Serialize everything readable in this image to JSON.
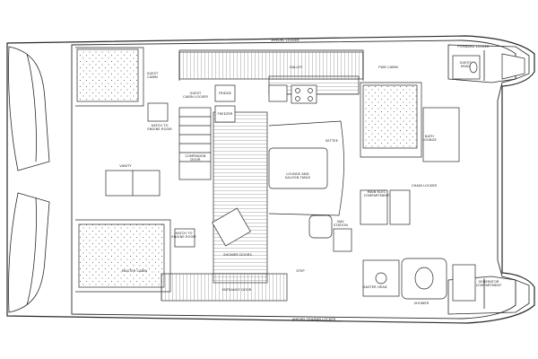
{
  "labels": {
    "aheru_locker": "AHEURL LOCKER",
    "galley": "GALLEY",
    "fwd_cabin": "FWD CABIN",
    "head_top": "GUEST\nHEAD",
    "guest_cabin_top": "GUEST\nCABIN",
    "guest_cabin_locker": "GUEST\nCABIN LOCKER",
    "hatch_top": "HATCH TO\nENGINE ROOM",
    "fridge": "FRIDGE",
    "freezer": "FREEZER",
    "companion_door": "COMPANION\nDOOR",
    "vanity": "VANITY",
    "starboard_lounge": "LOUNGE AND\nSALOON TABLE",
    "nav_station": "NAV\nSTATION",
    "settee": "SETTEE",
    "bath_lounge": "BATH\nLOUNGE",
    "main_elec_compartment": "MAIN ELEC\nCOMPARTMENT",
    "chain_locker": "CHAIN LOCKER",
    "hatch_bottom": "HATCH TO\nENGINE ROOM",
    "master_cabin": "MASTER CABIN",
    "master_head": "MASTER HEAD",
    "shower": "SHOWER",
    "shower_doors": "SHOWER DOORS",
    "step": "STEP",
    "entrance_door": "ENTRANCE DOOR",
    "aheru_seaman_locker": "AHEURL SEAMAN LOCKER",
    "generator_compartment": "GENERATOR\nCOMPARTMENT",
    "forward_locker": "FORWARD LOCKER"
  },
  "colors": {
    "line": "#2a2a2a",
    "fill": "#ffffff",
    "deck": "#e9e9e9"
  }
}
